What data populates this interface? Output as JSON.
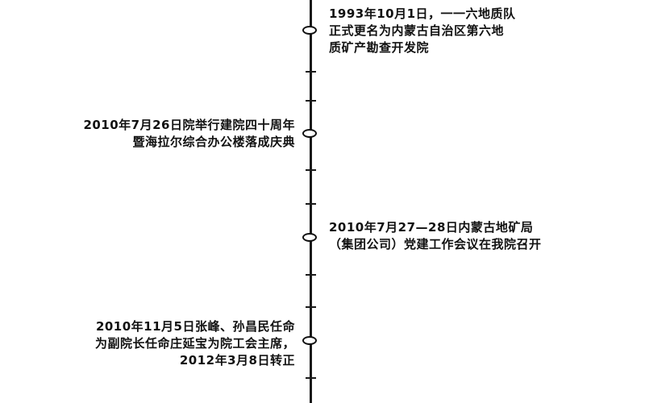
{
  "timeline": {
    "events": [
      {
        "side": "right",
        "lines": [
          "1993年10月1日，一一六地质队",
          "正式更名为内蒙古自治区第六地",
          "质矿产勘查开发院"
        ]
      },
      {
        "side": "left",
        "lines": [
          "2010年7月26日院举行建院四十周年",
          "暨海拉尔综合办公楼落成庆典"
        ]
      },
      {
        "side": "right",
        "lines": [
          "2010年7月27—28日内蒙古地矿局",
          "（集团公司）党建工作会议在我院召开"
        ]
      },
      {
        "side": "left",
        "lines": [
          "2010年11月5日张峰、孙昌民任命",
          "为副院长任命庄延宝为院工会主席，",
          "2012年3月8日转正"
        ]
      }
    ]
  }
}
